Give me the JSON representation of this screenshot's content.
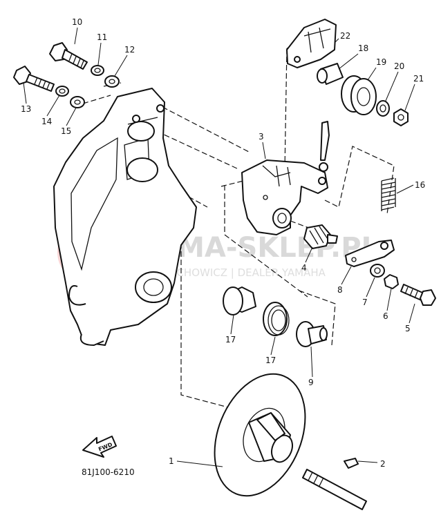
{
  "watermark": {
    "brand": "YAMA-SKLEP.PL",
    "dealer": "WOJCIECHOWICZ | DEALER YAMAHA"
  },
  "diagram_code": "81J100-6210",
  "fwd_label": "FWD",
  "callouts": [
    "10",
    "11",
    "12",
    "13",
    "14",
    "15",
    "22",
    "18",
    "19",
    "20",
    "21",
    "3",
    "16",
    "4",
    "8",
    "7",
    "6",
    "5",
    "17",
    "17",
    "9",
    "1",
    "2"
  ]
}
